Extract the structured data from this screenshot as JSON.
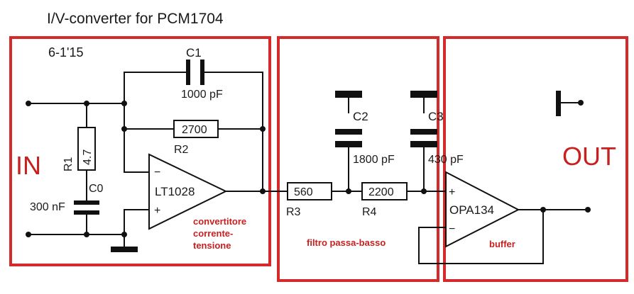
{
  "title": "I/V-converter for PCM1704",
  "date": "6-1'15",
  "sections": {
    "in": {
      "label": "IN",
      "desc": [
        "convertitore",
        "corrente-",
        "tensione"
      ]
    },
    "filter": {
      "desc": "filtro passa-basso"
    },
    "out": {
      "label": "OUT",
      "desc": "buffer"
    }
  },
  "components": {
    "c1": {
      "name": "C1",
      "value": "1000 pF"
    },
    "r2": {
      "name": "R2",
      "value": "2700"
    },
    "r1": {
      "name": "R1",
      "value": "4.7"
    },
    "c0": {
      "name": "C0",
      "value": "300 nF"
    },
    "u1": {
      "name": "LT1028",
      "minus": "−",
      "plus": "+"
    },
    "r3": {
      "name": "R3",
      "value": "560"
    },
    "r4": {
      "name": "R4",
      "value": "2200"
    },
    "c2": {
      "name": "C2",
      "value": "1800 pF"
    },
    "c3": {
      "name": "C3",
      "value": "430 pF"
    },
    "u2": {
      "name": "OPA134",
      "minus": "−",
      "plus": "+"
    }
  },
  "colors": {
    "frame": "#d42a2a",
    "accent_text": "#c8201e",
    "wire": "#111111"
  }
}
